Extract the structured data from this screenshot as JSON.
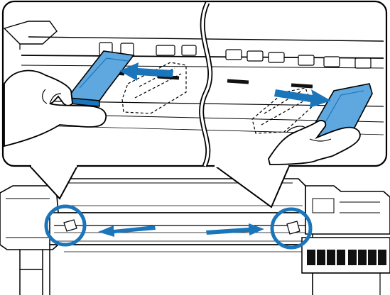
{
  "figure": {
    "kind": "instruction-illustration",
    "subject": "printer-media-edge-plates",
    "callout_panel": {
      "shows": "moving-left-and-right-media-edge-plates",
      "moved_plate_color": "#5fa8df",
      "original_position": "dashed-outline"
    },
    "printer_view": {
      "highlight_circle_color": "#1b75bb",
      "arrow_color": "#1b75bb",
      "highlight_count": 2,
      "arrow_directions": [
        "left",
        "right"
      ]
    },
    "colors": {
      "line": "#000000",
      "printer_body": "#ffffff",
      "platen_dark": "#222222",
      "accent_blue": "#1b75bb",
      "plate_blue": "#5fa8df"
    }
  }
}
